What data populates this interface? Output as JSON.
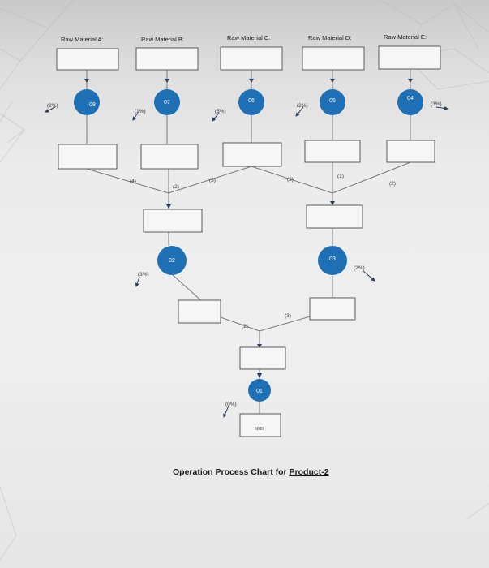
{
  "raw_materials": [
    "Raw Material A:",
    "Raw Material B:",
    "Raw Material C:",
    "Raw Material D:",
    "Raw Material E:"
  ],
  "operations": {
    "o8": "08",
    "o7": "07",
    "o6": "06",
    "o5": "05",
    "o4": "04",
    "o2": "02",
    "o3": "03",
    "o1": "01"
  },
  "scrap": {
    "a": "(2%)",
    "b": "(1%)",
    "c": "(5%)",
    "d": "(2%)",
    "e": "(3%)",
    "o2": "(3%)",
    "o3": "(2%)",
    "o1": "(0%)"
  },
  "ratios": {
    "a_to_left": "(4)",
    "b_to_left": "(2)",
    "c_to_left": "(5)",
    "c_to_right": "(3)",
    "d_to_right": "(1)",
    "e_to_right": "(2)",
    "left_to_final": "(2)",
    "right_to_final": "(3)"
  },
  "output_quantity": "6000",
  "title": {
    "prefix": "Operation Process Chart for ",
    "product": "Product-2"
  },
  "colors": {
    "operation_fill": "#1e6fb3",
    "box_stroke": "#5a5a5a",
    "line": "#7a7a7a"
  }
}
